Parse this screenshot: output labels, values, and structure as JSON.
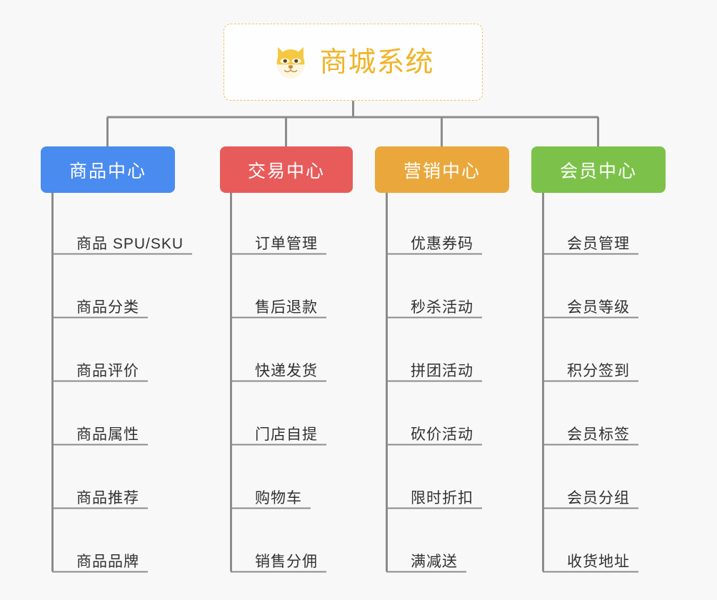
{
  "diagram": {
    "type": "org-chart",
    "background_color": "#f8f8f8",
    "line_color": "#8c8c8c",
    "root": {
      "title": "商城系统",
      "icon": "shiba-dog-face-icon",
      "border_color": "#f0c36a",
      "border_style": "dashed",
      "text_color": "#f0b429",
      "background_color": "#fefefe"
    },
    "columns": [
      {
        "id": "product-center",
        "label": "商品中心",
        "color": "#4a8bf0",
        "items": [
          "商品 SPU/SKU",
          "商品分类",
          "商品评价",
          "商品属性",
          "商品推荐",
          "商品品牌"
        ]
      },
      {
        "id": "trade-center",
        "label": "交易中心",
        "color": "#e85b5b",
        "items": [
          "订单管理",
          "售后退款",
          "快递发货",
          "门店自提",
          "购物车",
          "销售分佣"
        ]
      },
      {
        "id": "marketing-center",
        "label": "营销中心",
        "color": "#eaa83c",
        "items": [
          "优惠券码",
          "秒杀活动",
          "拼团活动",
          "砍价活动",
          "限时折扣",
          "满减送"
        ]
      },
      {
        "id": "member-center",
        "label": "会员中心",
        "color": "#7cc24a",
        "items": [
          "会员管理",
          "会员等级",
          "积分签到",
          "会员标签",
          "会员分组",
          "收货地址"
        ]
      }
    ]
  }
}
